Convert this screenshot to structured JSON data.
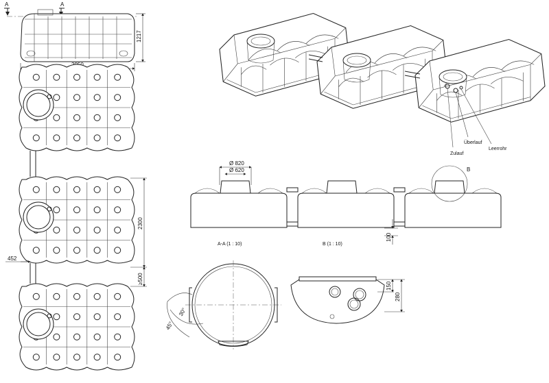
{
  "section_marks": {
    "left": "A",
    "right": "A"
  },
  "top_view": {
    "dim_width": "2950",
    "dim_height": "1217"
  },
  "plan_view": {
    "dim_tank_spacing": "2300",
    "dim_min_gap": "≥500",
    "dim_offset": "452"
  },
  "iso_labels": {
    "overflow": "Überlauf",
    "inlet": "Zulauf",
    "drain": "Leerrohr"
  },
  "side_view": {
    "dim_outer_dia": "Ø 820",
    "dim_inner_dia": "Ø 620",
    "detail_mark": "B",
    "dim_bottom": "100"
  },
  "section_aa": {
    "title": "A-A (1 : 10)",
    "angle_1": "30°",
    "angle_2": "45°"
  },
  "detail_b": {
    "title": "B (1 : 10)",
    "dim_1": "150",
    "dim_2": "280"
  }
}
